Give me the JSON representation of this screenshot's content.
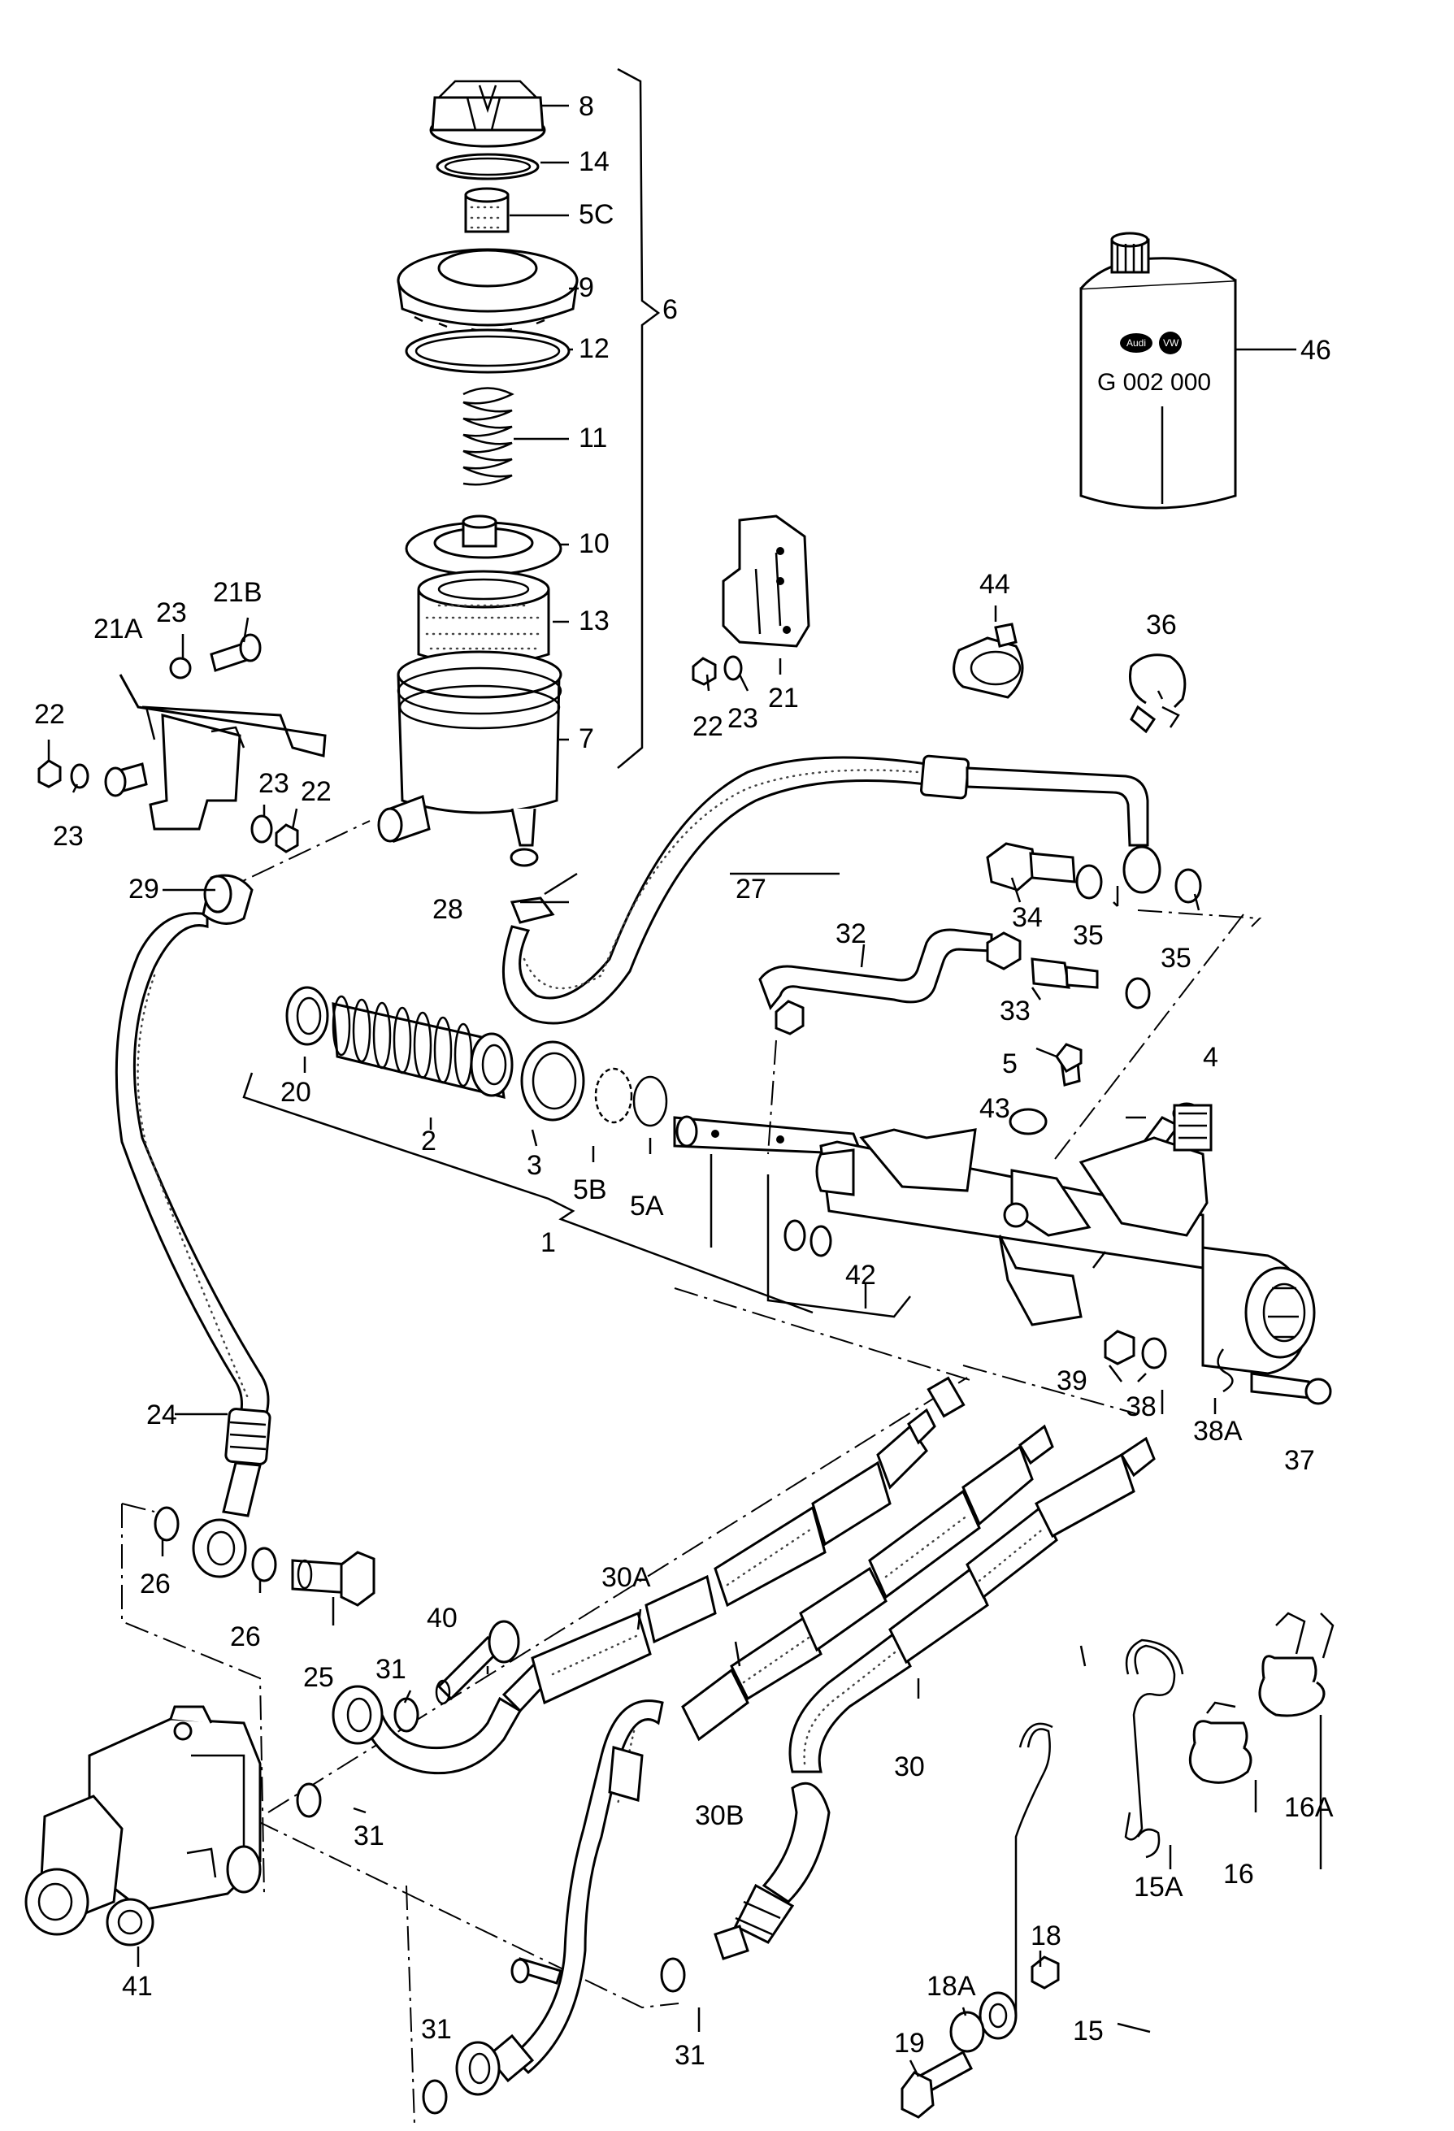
{
  "title": "",
  "can": {
    "code": "G 002 000",
    "brand_left": "Audi",
    "brand_right": "VW"
  },
  "labels": [
    {
      "id": "8",
      "text": "8"
    },
    {
      "id": "14",
      "text": "14"
    },
    {
      "id": "5C",
      "text": "5C"
    },
    {
      "id": "9",
      "text": "9"
    },
    {
      "id": "6",
      "text": "6"
    },
    {
      "id": "12",
      "text": "12"
    },
    {
      "id": "11",
      "text": "11"
    },
    {
      "id": "10",
      "text": "10"
    },
    {
      "id": "13",
      "text": "13"
    },
    {
      "id": "7",
      "text": "7"
    },
    {
      "id": "46",
      "text": "46"
    },
    {
      "id": "21A",
      "text": "21A"
    },
    {
      "id": "23a",
      "text": "23"
    },
    {
      "id": "21B",
      "text": "21B"
    },
    {
      "id": "22a",
      "text": "22"
    },
    {
      "id": "23b",
      "text": "23"
    },
    {
      "id": "23c",
      "text": "23"
    },
    {
      "id": "22b",
      "text": "22"
    },
    {
      "id": "22c",
      "text": "22"
    },
    {
      "id": "23d",
      "text": "23"
    },
    {
      "id": "21",
      "text": "21"
    },
    {
      "id": "44",
      "text": "44"
    },
    {
      "id": "36",
      "text": "36"
    },
    {
      "id": "29",
      "text": "29"
    },
    {
      "id": "28",
      "text": "28"
    },
    {
      "id": "27",
      "text": "27"
    },
    {
      "id": "34",
      "text": "34"
    },
    {
      "id": "35a",
      "text": "35"
    },
    {
      "id": "35b",
      "text": "35"
    },
    {
      "id": "32",
      "text": "32"
    },
    {
      "id": "33",
      "text": "33"
    },
    {
      "id": "5",
      "text": "5"
    },
    {
      "id": "4",
      "text": "4"
    },
    {
      "id": "43",
      "text": "43"
    },
    {
      "id": "20",
      "text": "20"
    },
    {
      "id": "2",
      "text": "2"
    },
    {
      "id": "3",
      "text": "3"
    },
    {
      "id": "5B",
      "text": "5B"
    },
    {
      "id": "5A",
      "text": "5A"
    },
    {
      "id": "1",
      "text": "1"
    },
    {
      "id": "42",
      "text": "42"
    },
    {
      "id": "39",
      "text": "39"
    },
    {
      "id": "38",
      "text": "38"
    },
    {
      "id": "38A",
      "text": "38A"
    },
    {
      "id": "37",
      "text": "37"
    },
    {
      "id": "24",
      "text": "24"
    },
    {
      "id": "26a",
      "text": "26"
    },
    {
      "id": "26b",
      "text": "26"
    },
    {
      "id": "25",
      "text": "25"
    },
    {
      "id": "30A",
      "text": "30A"
    },
    {
      "id": "40",
      "text": "40"
    },
    {
      "id": "31a",
      "text": "31"
    },
    {
      "id": "31b",
      "text": "31"
    },
    {
      "id": "30B",
      "text": "30B"
    },
    {
      "id": "30",
      "text": "30"
    },
    {
      "id": "16A",
      "text": "16A"
    },
    {
      "id": "16",
      "text": "16"
    },
    {
      "id": "15A",
      "text": "15A"
    },
    {
      "id": "18",
      "text": "18"
    },
    {
      "id": "18A",
      "text": "18A"
    },
    {
      "id": "19",
      "text": "19"
    },
    {
      "id": "15",
      "text": "15"
    },
    {
      "id": "41",
      "text": "41"
    },
    {
      "id": "31c",
      "text": "31"
    },
    {
      "id": "31d",
      "text": "31"
    }
  ]
}
